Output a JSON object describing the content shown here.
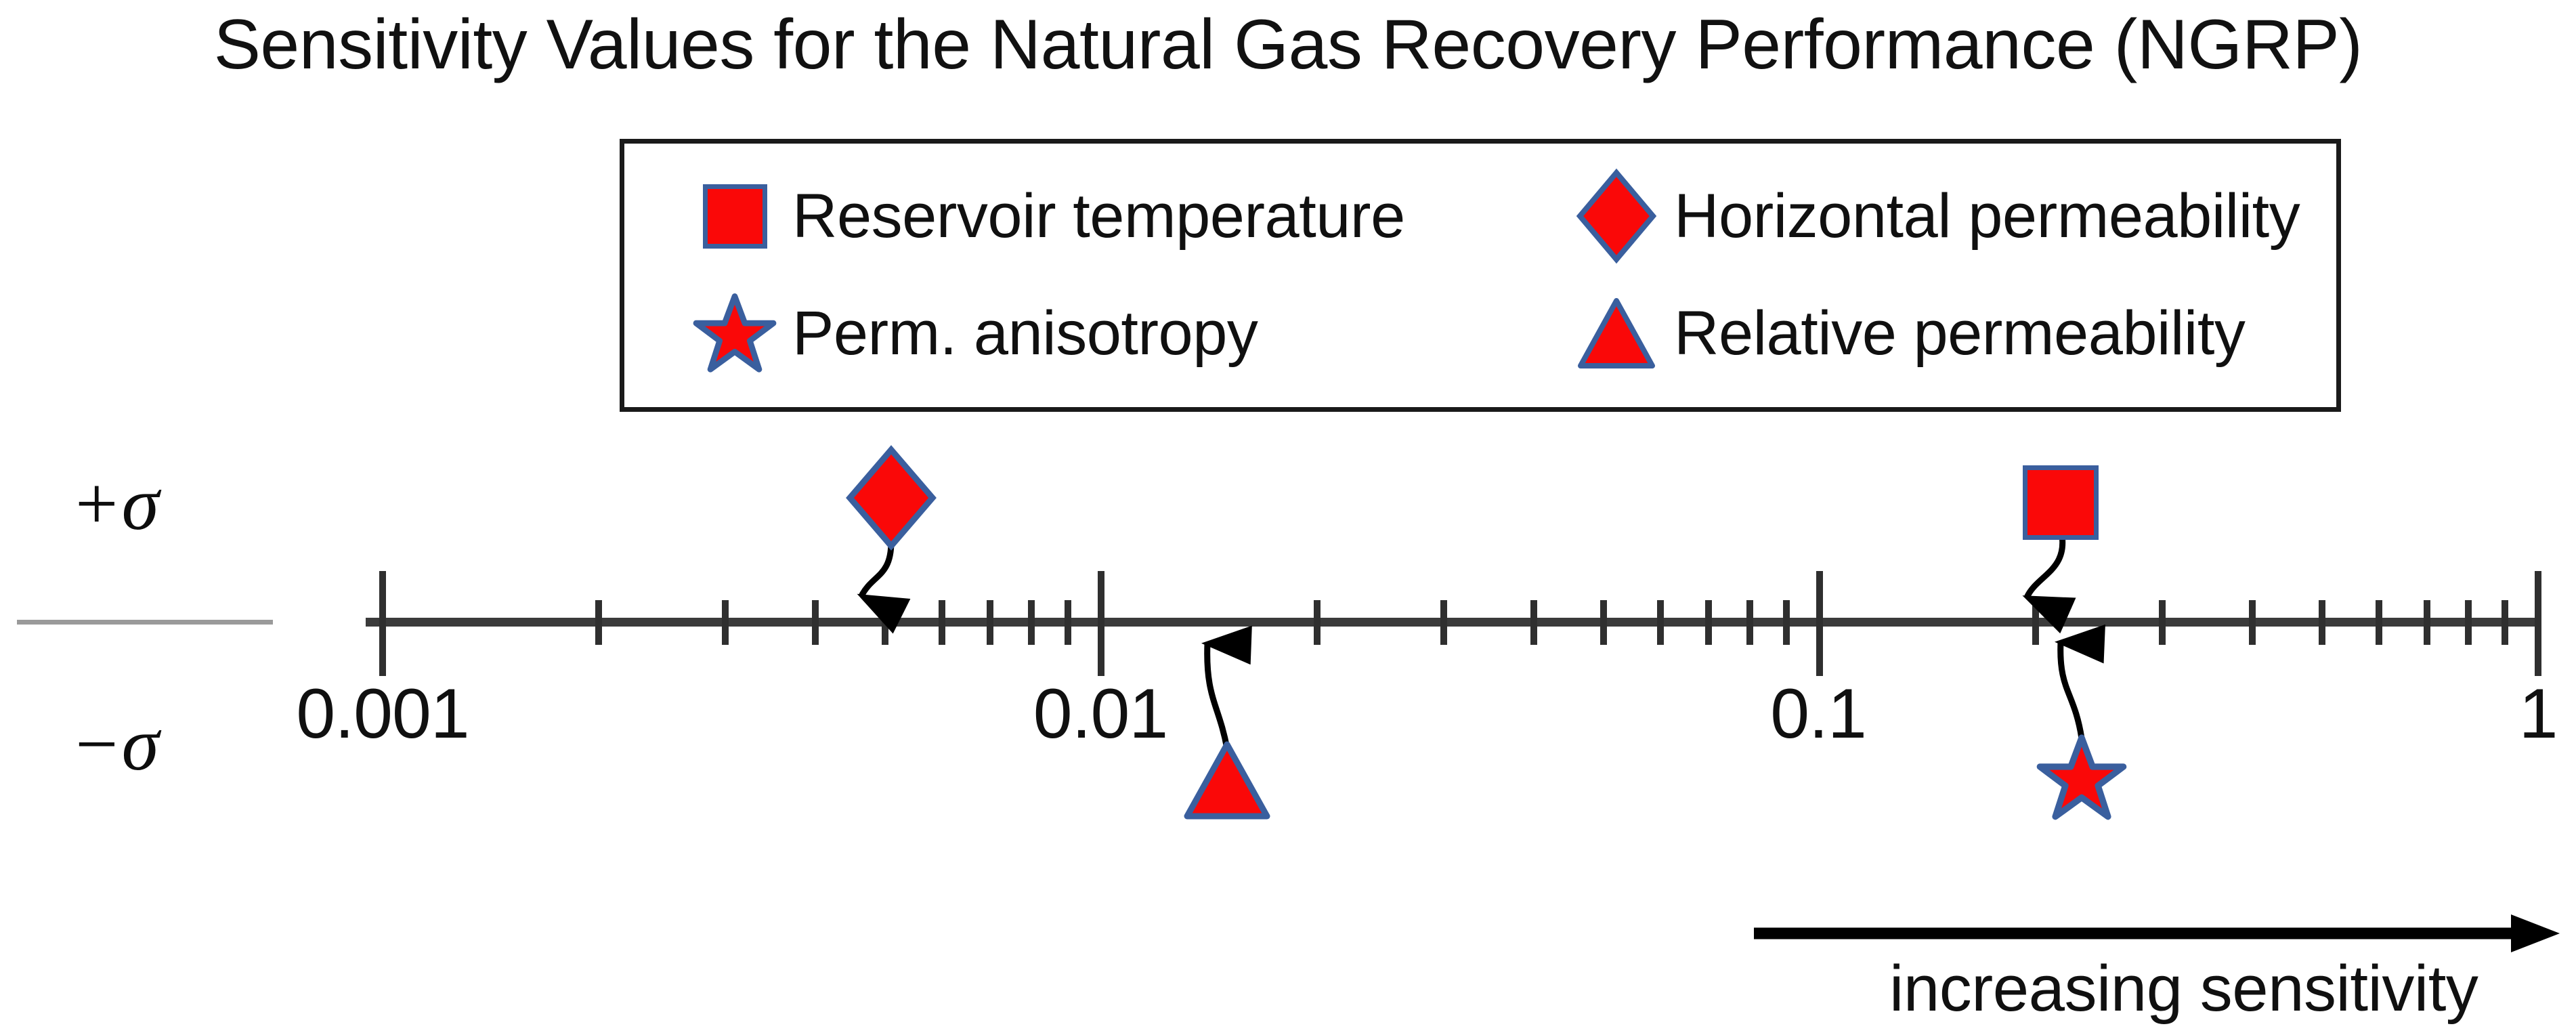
{
  "title": "Sensitivity Values for the Natural Gas Recovery Performance (NGRP)",
  "legend": {
    "items": [
      {
        "label": "Reservoir temperature",
        "marker": "square",
        "marker_name": "square-marker-icon"
      },
      {
        "label": "Horizontal permeability",
        "marker": "diamond",
        "marker_name": "diamond-marker-icon"
      },
      {
        "label": "Perm. anisotropy",
        "marker": "star",
        "marker_name": "star-marker-icon"
      },
      {
        "label": "Relative permeability",
        "marker": "triangle",
        "marker_name": "triangle-marker-icon"
      }
    ]
  },
  "axis": {
    "sigma_plus": "+σ",
    "sigma_minus": "−σ",
    "tick_labels": [
      "0.001",
      "0.01",
      "0.1",
      "1"
    ]
  },
  "annotation": {
    "increasing_label": "increasing sensitivity",
    "arrow_name": "increasing-sensitivity-arrow-icon"
  },
  "colors": {
    "marker_fill": "#fa0808",
    "marker_stroke": "#3a5f9e",
    "axis": "#3b3b3b",
    "text": "#101010",
    "baseline_gray": "#9a9a9a"
  },
  "chart_data": {
    "type": "scatter",
    "title": "Sensitivity Values for the Natural Gas Recovery Performance (NGRP)",
    "xlabel": "",
    "ylabel": "",
    "xscale": "log",
    "xlim": [
      0.001,
      1.0
    ],
    "xticks": [
      0.001,
      0.01,
      0.1,
      1
    ],
    "xticklabels": [
      "0.001",
      "0.01",
      "0.1",
      "1"
    ],
    "minor_ticks": "decadal 2-9",
    "grid": false,
    "legend_position": "top-center",
    "y_categories": [
      "+σ",
      "−σ"
    ],
    "points": [
      {
        "name": "Horizontal permeability",
        "marker": "diamond",
        "sigma": "+σ",
        "value": 0.0044,
        "label_x": 0.0053,
        "arrow": "down-left-curved"
      },
      {
        "name": "Reservoir temperature",
        "marker": "square",
        "sigma": "+σ",
        "value": 0.185,
        "label_x": 0.215,
        "arrow": "down-left-curved"
      },
      {
        "name": "Relative permeability",
        "marker": "triangle",
        "sigma": "−σ",
        "value": 0.0152,
        "label_x": 0.0168,
        "arrow": "up-left-curved"
      },
      {
        "name": "Perm. anisotropy",
        "marker": "star",
        "sigma": "−σ",
        "value": 0.2,
        "label_x": 0.232,
        "arrow": "up-left-curved"
      }
    ],
    "annotation": "increasing sensitivity"
  }
}
